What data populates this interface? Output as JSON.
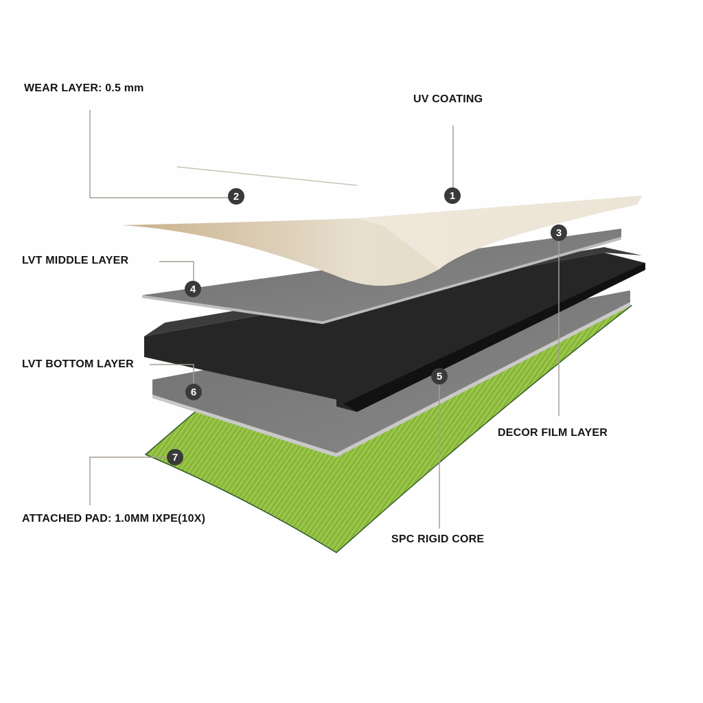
{
  "labels": {
    "wear_layer": "WEAR LAYER: 0.5 mm",
    "uv_coating": "UV COATING",
    "lvt_middle": "LVT MIDDLE LAYER",
    "lvt_bottom": "LVT BOTTOM LAYER",
    "decor_film": "DECOR FILM LAYER",
    "spc_core": "SPC RIGID CORE",
    "attached_pad": "ATTACHED PAD: 1.0MM IXPE(10X)"
  },
  "badges": [
    "1",
    "2",
    "3",
    "4",
    "5",
    "6",
    "7"
  ],
  "colors": {
    "pad_green": "#8ab83a",
    "badge": "#3a3a3a",
    "core": "#2a2a2a",
    "gray_layer": "#7c7c7c",
    "wood": "#e6dccb",
    "leader": "#a59e94"
  }
}
